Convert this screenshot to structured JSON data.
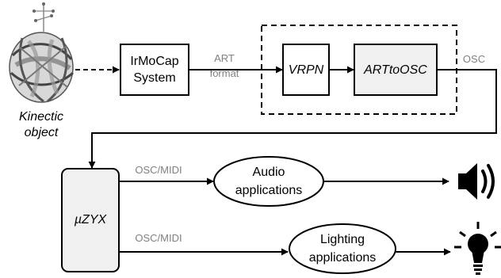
{
  "diagram": {
    "kinectic_object": {
      "line1": "Kinectic",
      "line2": "object"
    },
    "irmocap": {
      "line1": "IrMoCap",
      "line2": "System"
    },
    "art_format": {
      "line1": "ART",
      "line2": "format"
    },
    "vrpn": "VRPN",
    "arttoosc": "ARTtoOSC",
    "osc": "OSC",
    "uzyx": "µZYX",
    "osc_midi_top": "OSC/MIDI",
    "osc_midi_bottom": "OSC/MIDI",
    "audio": {
      "line1": "Audio",
      "line2": "applications"
    },
    "lighting": {
      "line1": "Lighting",
      "line2": "applications"
    },
    "speaker_icon": "speaker-icon",
    "bulb_icon": "light-bulb-icon"
  }
}
